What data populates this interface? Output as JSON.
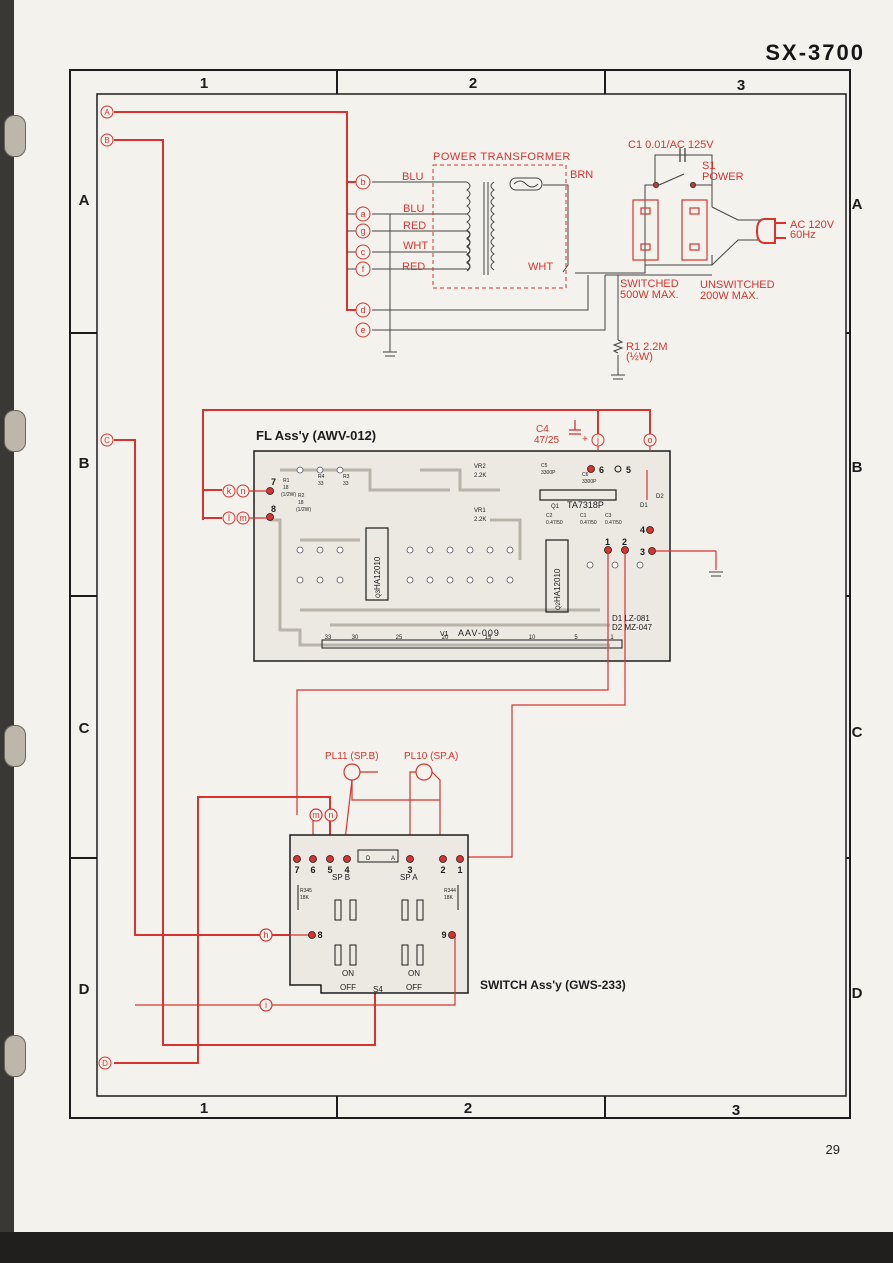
{
  "model": "SX-3700",
  "page_number": "29",
  "grid": {
    "columns": [
      "1",
      "2",
      "3"
    ],
    "rows": [
      "A",
      "B",
      "C",
      "D"
    ]
  },
  "terminals_left": [
    "A",
    "B",
    "C",
    "D"
  ],
  "power_transformer": {
    "title": "POWER TRANSFORMER",
    "wires": [
      "BLU",
      "BLU",
      "RED",
      "WHT",
      "RED"
    ],
    "brn": "BRN",
    "wht": "WHT",
    "connectors": [
      "b",
      "a",
      "g",
      "c",
      "f",
      "d",
      "e"
    ]
  },
  "capacitor_c1": "C1 0.01/AC 125V",
  "switch_s1": [
    "S1",
    "POWER"
  ],
  "ac_input": [
    "AC 120V",
    "60Hz"
  ],
  "outlets": {
    "switched": [
      "SWITCHED",
      "500W MAX."
    ],
    "unswitched": [
      "UNSWITCHED",
      "200W MAX."
    ]
  },
  "resistor_r1": [
    "R1 2.2M",
    "(½W)"
  ],
  "fl_assy": {
    "title": "FL Ass'y (AWV-012)",
    "c4": [
      "C4",
      "47/25"
    ],
    "c4_polarity": "+",
    "connector_j": "j",
    "connector_o": "o",
    "pins": [
      "7",
      "8",
      "6",
      "5",
      "1",
      "2",
      "4",
      "3"
    ],
    "inputs": [
      "k",
      "n",
      "l",
      "m"
    ],
    "ic_q1": "TA7318P",
    "q1_label": "Q1",
    "ic_q2": "HA12010",
    "ic_q3": "HA12010",
    "q2_label": "Q2",
    "q3_label": "Q3",
    "vr1": [
      "VR1",
      "2.2K"
    ],
    "vr2": [
      "VR2",
      "2.2K"
    ],
    "c5": [
      "C5",
      "3300P"
    ],
    "c6": [
      "C6",
      "3300P"
    ],
    "c1c2c3": [
      "C2",
      "0.47/50",
      "C1",
      "0.47/50",
      "C3",
      "0.47/50"
    ],
    "r_values": [
      "R1",
      "18",
      "(1/2W)",
      "R2",
      "18",
      "(1/2W)",
      "R4",
      "33",
      "R3",
      "33"
    ],
    "diodes": [
      "D2",
      "D1"
    ],
    "diode_parts": [
      "D1  LZ-081",
      "D2  MZ-047"
    ],
    "display": [
      "V1",
      "AAV-009"
    ],
    "display_pin_numbers": [
      "33",
      "30",
      "25",
      "20",
      "15",
      "10",
      "5",
      "1"
    ]
  },
  "pilot_lamps": [
    "PL11 (SP.B)",
    "PL10 (SP.A)"
  ],
  "switch_assy": {
    "title": "SWITCH Ass'y (GWS-233)",
    "pins_top": [
      "7",
      "6",
      "5",
      "4",
      "3",
      "2",
      "1"
    ],
    "pins_side": [
      "8",
      "9"
    ],
    "inputs": [
      "m",
      "n",
      "h",
      "i"
    ],
    "sp_b": "SP B",
    "sp_a": "SP A",
    "r345": [
      "R345",
      "18K"
    ],
    "r344": [
      "R344",
      "18K"
    ],
    "s4": "S4",
    "on": "ON",
    "off": "OFF",
    "connector_pins": [
      "D",
      "A"
    ]
  },
  "colors": {
    "red": "#d8332f",
    "ink": "#1c1c1c",
    "board": "#e9e6df"
  }
}
